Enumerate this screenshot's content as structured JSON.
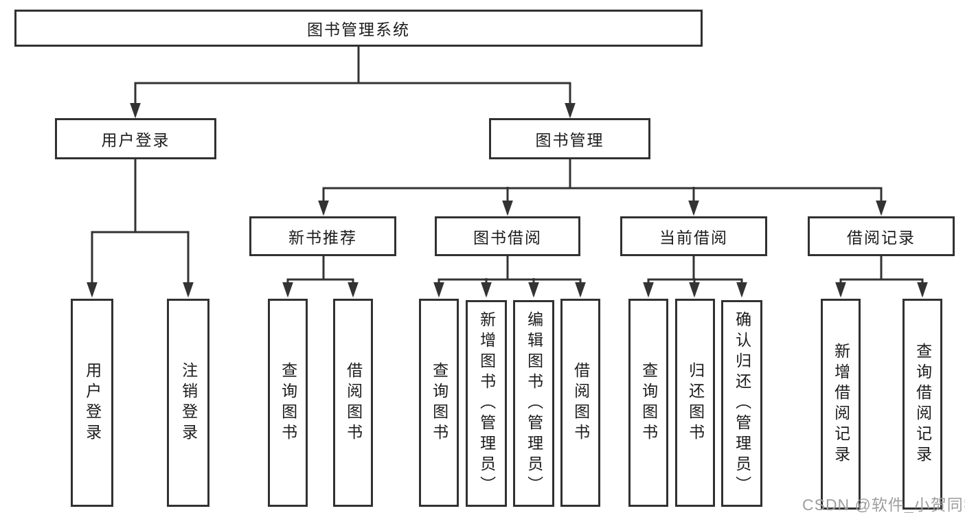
{
  "nodes": {
    "root": "图书管理系统",
    "user_login": "用户登录",
    "book_mgmt": "图书管理",
    "new_books": "新书推荐",
    "book_borrow": "图书借阅",
    "current_borrow": "当前借阅",
    "borrow_records": "借阅记录"
  },
  "leaves": {
    "user_login_1": "用户登录",
    "user_login_2": "注销登录",
    "new_books_1": "查询图书",
    "new_books_2": "借阅图书",
    "book_borrow_1": "查询图书",
    "book_borrow_2": "新增图书（管理员）",
    "book_borrow_3": "编辑图书（管理员）",
    "book_borrow_4": "借阅图书",
    "current_borrow_1": "查询图书",
    "current_borrow_2": "归还图书",
    "current_borrow_3": "确认归还（管理员）",
    "borrow_records_1": "新增借阅记录",
    "borrow_records_2": "查询借阅记录"
  },
  "watermark": "CSDN @软件_小贺同学",
  "colors": {
    "line": "#333333",
    "text": "#1c1c1c",
    "watermark": "#9e9e9e",
    "background": "#ffffff"
  }
}
